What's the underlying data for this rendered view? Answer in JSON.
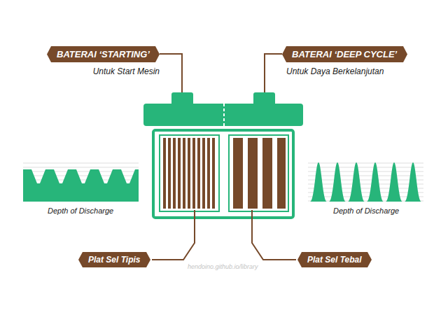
{
  "diagram": {
    "nodes": [
      {
        "text": [
          "BATERAI ‘STARTING’",
          "Untuk Start Mesin"
        ]
      },
      {
        "text": [
          "BATERAI ‘DEEP CYCLE’",
          "Untuk Daya Berkelanjutan"
        ]
      },
      {
        "text": [
          "Plat Sel Tipis"
        ]
      },
      {
        "text": [
          "Plat Sel Tebal"
        ]
      }
    ],
    "labels": [
      "Depth of Discharge",
      "Depth of Discharge",
      "hendoino.github.io/library"
    ]
  }
}
